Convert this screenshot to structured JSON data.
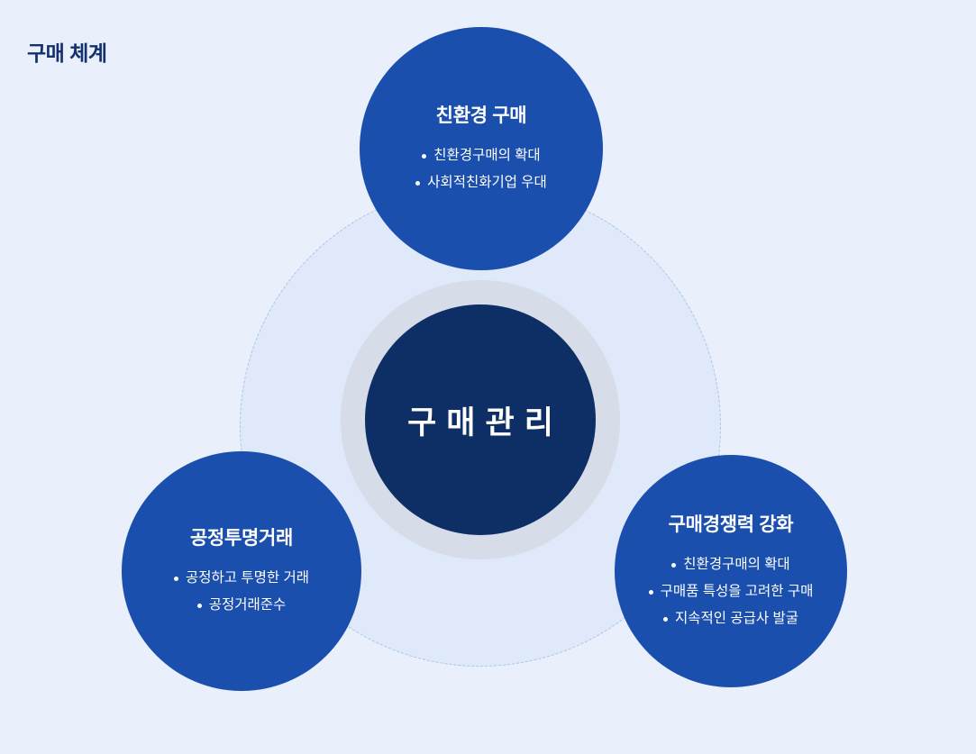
{
  "page_title": "구매 체계",
  "center": {
    "label": "구매관리"
  },
  "satellites": [
    {
      "id": "eco-purchase",
      "title": "친환경 구매",
      "bullets": [
        "친환경구매의 확대",
        "사회적친화기업 우대"
      ]
    },
    {
      "id": "fair-transparent-trade",
      "title": "공정투명거래",
      "bullets": [
        "공정하고 투명한 거래",
        "공정거래준수"
      ]
    },
    {
      "id": "purchasing-competitiveness",
      "title": "구매경쟁력 강화",
      "bullets": [
        "친환경구매의 확대",
        "구매품 특성을 고려한 구매",
        "지속적인 공급사 발굴"
      ]
    }
  ],
  "colors": {
    "background": "#e9f0fb",
    "satellite": "#1b4fae",
    "center": "#0e2f66",
    "ring": "#d6dce8",
    "dashed_border": "#a9c4e9",
    "orbit_fill": "#dfe9fa",
    "title_color": "#14306e"
  }
}
